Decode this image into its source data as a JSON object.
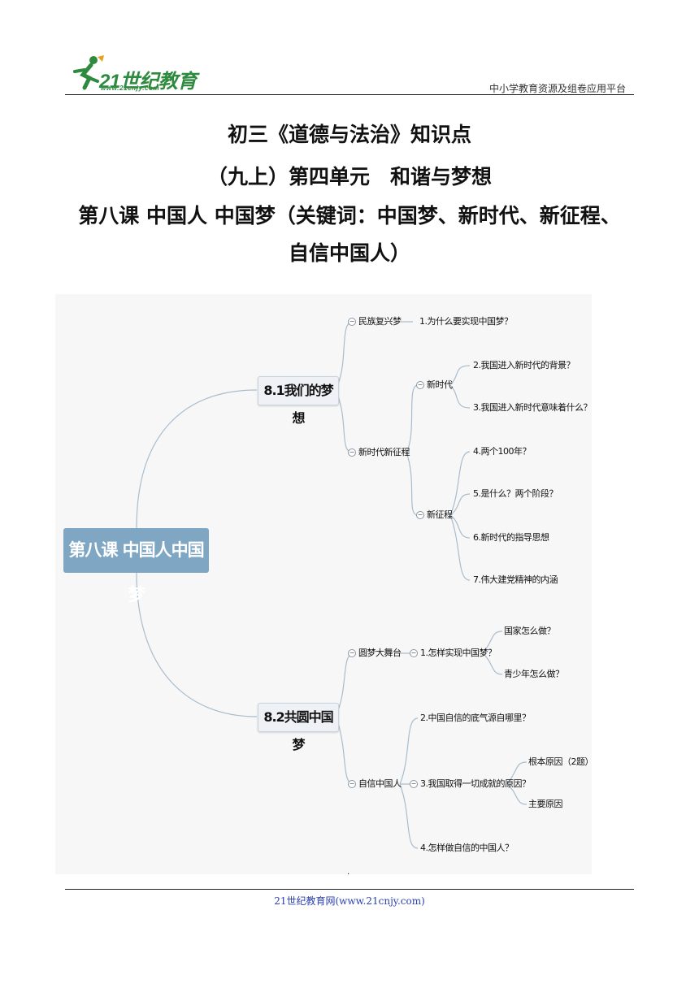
{
  "header": {
    "logo_text": "21世纪教育",
    "logo_url": "www.21cnjy.com",
    "tagline": "中小学教育资源及组卷应用平台"
  },
  "titles": {
    "line1": "初三《道德与法治》知识点",
    "line2": "（九上）第四单元　和谐与梦想",
    "line3": "第八课 中国人 中国梦（关键词：中国梦、新时代、新征程、",
    "line4": "自信中国人）"
  },
  "mindmap": {
    "root": "第八课 中国人中国梦",
    "s1": {
      "label": "8.1我们的梦想",
      "b1": {
        "label": "民族复兴梦",
        "q1": "1.为什么要实现中国梦？"
      },
      "b2": {
        "label": "新时代新征程",
        "c1": {
          "label": "新时代",
          "q2": "2.我国进入新时代的背景？",
          "q3": "3.我国进入新时代意味着什么？"
        },
        "c2": {
          "label": "新征程",
          "q4": "4.两个100年？",
          "q5": "5.是什么？两个阶段？",
          "q6": "6.新时代的指导思想",
          "q7": "7.伟大建党精神的内涵"
        }
      }
    },
    "s2": {
      "label": "8.2共圆中国梦",
      "b1": {
        "label": "圆梦大舞台",
        "q1": "1.怎样实现中国梦？",
        "a1": "国家怎么做？",
        "a2": "青少年怎么做？"
      },
      "b2": {
        "label": "自信中国人",
        "q2": "2.中国自信的底气源自哪里？",
        "q3": "3.我国取得一切成就的原因？",
        "r1": "根本原因（2题）",
        "r2": "主要原因",
        "q4": "4.怎样做自信的中国人？"
      }
    }
  },
  "footer": {
    "text": "21世纪教育网(www.21cnjy.com)",
    "dot": "."
  },
  "colors": {
    "logo_green": "#2e8a3e",
    "root_fill": "#7fa7c4",
    "line": "#9fb4c6",
    "footer_link": "#2a3fb0"
  }
}
